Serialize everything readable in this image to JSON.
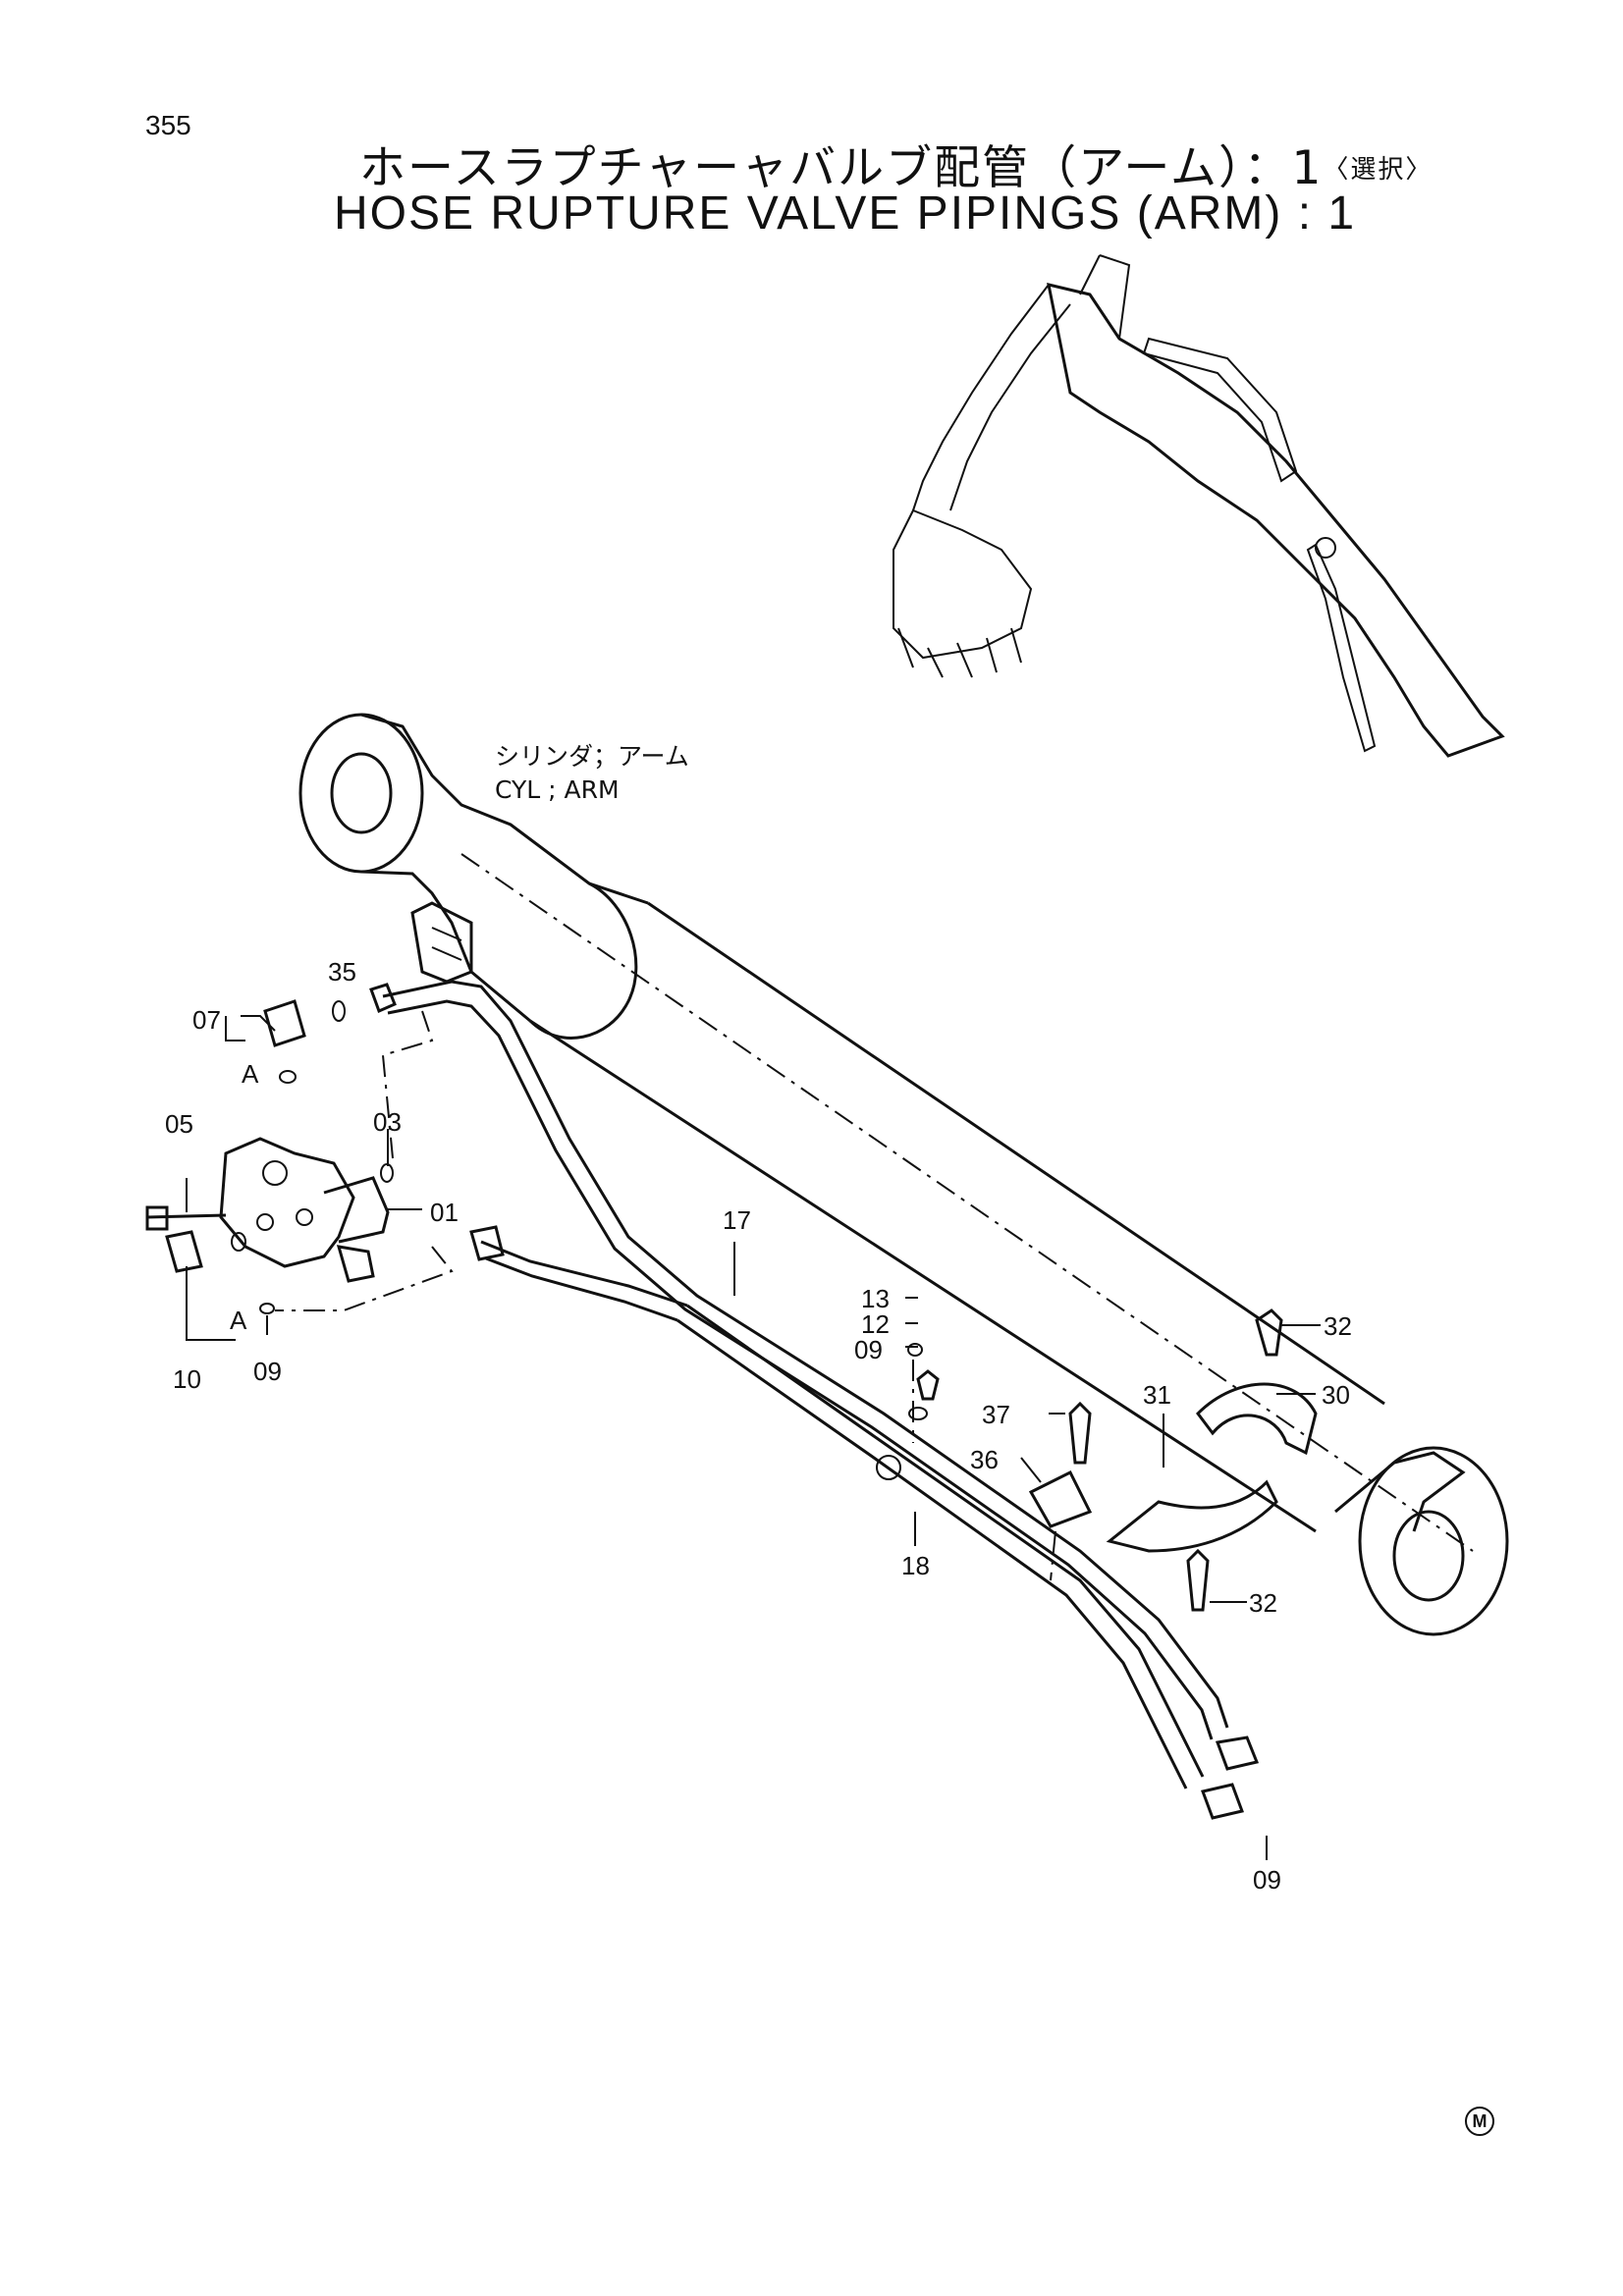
{
  "page_number": "355",
  "title_jp": "ホースラプチャーャバルブ配管（アーム）：1",
  "title_jp_option": "〈選択〉",
  "title_en": "HOSE RUPTURE VALVE PIPINGS (ARM) : 1",
  "cylinder_label_jp": "シリンダ；アーム",
  "cylinder_label_en": "CYL ; ARM",
  "callouts": {
    "p35": "35",
    "p07": "07",
    "pA1": "A",
    "p05": "05",
    "p03": "03",
    "p01": "01",
    "p17": "17",
    "p10": "10",
    "pA2": "A",
    "p09a": "09",
    "p13": "13",
    "p12": "12",
    "p09b": "09",
    "p32a": "32",
    "p30": "30",
    "p31": "31",
    "p37": "37",
    "p36": "36",
    "p18": "18",
    "p32b": "32",
    "p09c": "09"
  },
  "maker_mark": "M"
}
